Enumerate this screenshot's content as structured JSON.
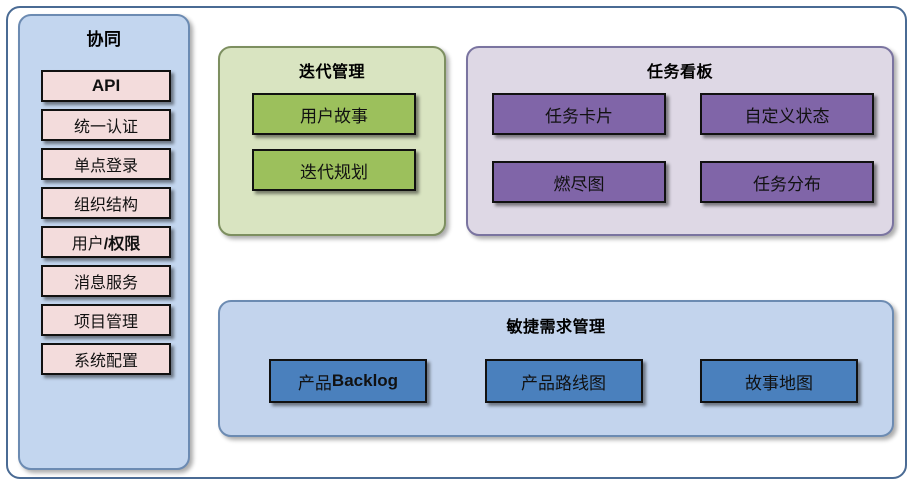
{
  "diagram": {
    "sidebar": {
      "title": "协同",
      "items": [
        {
          "label": "API",
          "style": "api"
        },
        {
          "label": "统一认证",
          "style": "normal"
        },
        {
          "label": "单点登录",
          "style": "normal"
        },
        {
          "label": "组织结构",
          "style": "normal"
        },
        {
          "label": "用户",
          "label_bold": "/权限",
          "style": "mixed"
        },
        {
          "label": "消息服务",
          "style": "normal"
        },
        {
          "label": "项目管理",
          "style": "normal"
        },
        {
          "label": "系统配置",
          "style": "normal"
        }
      ]
    },
    "iteration": {
      "title": "迭代管理",
      "items": [
        {
          "label": "用户故事"
        },
        {
          "label": "迭代规划"
        }
      ]
    },
    "taskboard": {
      "title": "任务看板",
      "items": [
        {
          "label": "任务卡片"
        },
        {
          "label": "自定义状态"
        },
        {
          "label": "燃尽图"
        },
        {
          "label": "任务分布"
        }
      ]
    },
    "agile": {
      "title": "敏捷需求管理",
      "items": [
        {
          "label": "产品",
          "label_bold": "Backlog",
          "style": "mixed"
        },
        {
          "label": "产品路线图",
          "style": "normal"
        },
        {
          "label": "故事地图",
          "style": "normal"
        }
      ]
    },
    "colors": {
      "frame_border": "#4a6b94",
      "sidebar_panel_bg": "#c3d6ef",
      "sidebar_item_bg": "#f3dcdc",
      "iteration_panel_bg": "#d9e4c1",
      "iteration_item_bg": "#9cc05c",
      "taskboard_panel_bg": "#ded8e5",
      "taskboard_item_bg": "#8065a8",
      "agile_panel_bg": "#c3d4ed",
      "agile_item_bg": "#4a80bd",
      "item_border": "#111111"
    }
  }
}
